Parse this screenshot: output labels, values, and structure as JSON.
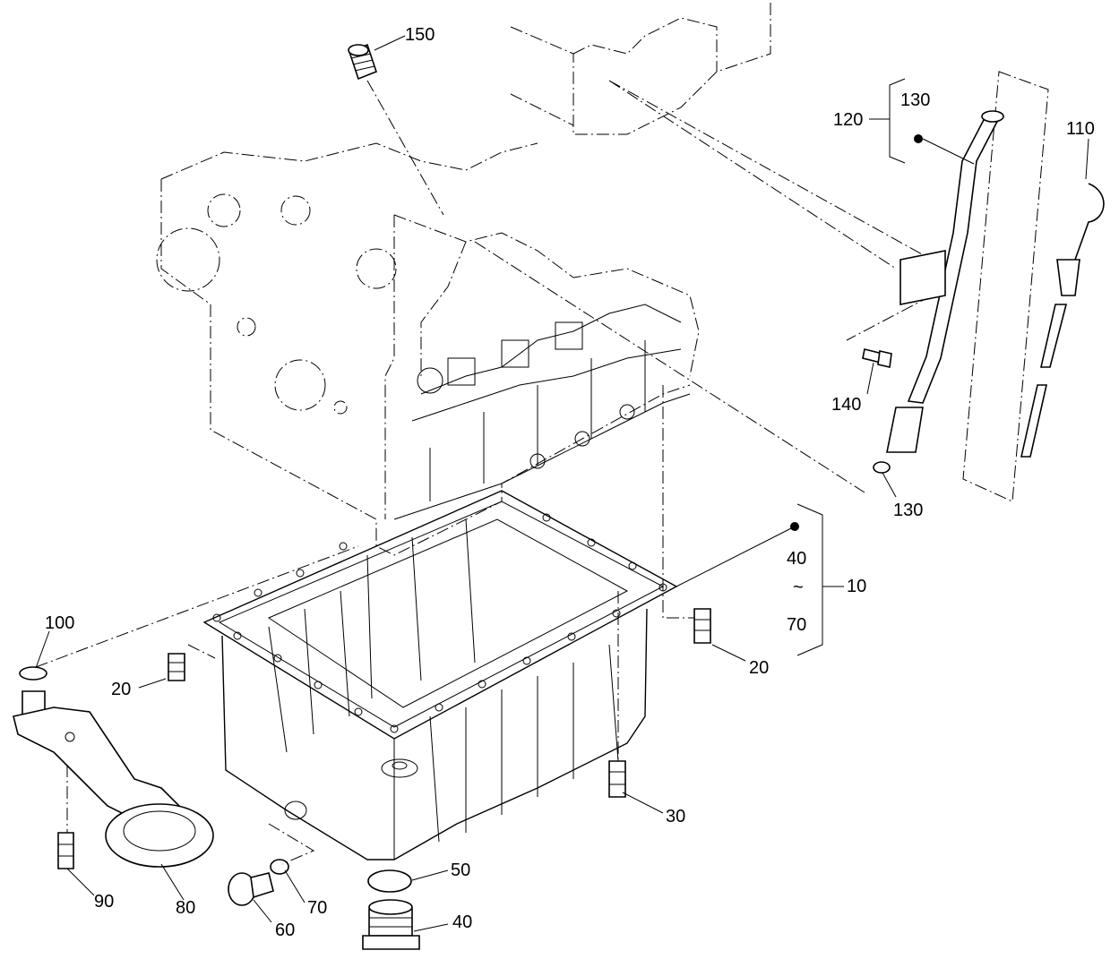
{
  "diagram": {
    "labels": {
      "p150": "150",
      "p120": "120",
      "p130_top": "130",
      "p110": "110",
      "p140": "140",
      "p130_bottom": "130",
      "p10": "10",
      "p40_range": "40",
      "p70_range": "70",
      "p20_left": "20",
      "p20_right": "20",
      "p100": "100",
      "p30": "30",
      "p50": "50",
      "p40": "40",
      "p70": "70",
      "p60": "60",
      "p80": "80",
      "p90": "90"
    },
    "range_symbol": "~"
  }
}
